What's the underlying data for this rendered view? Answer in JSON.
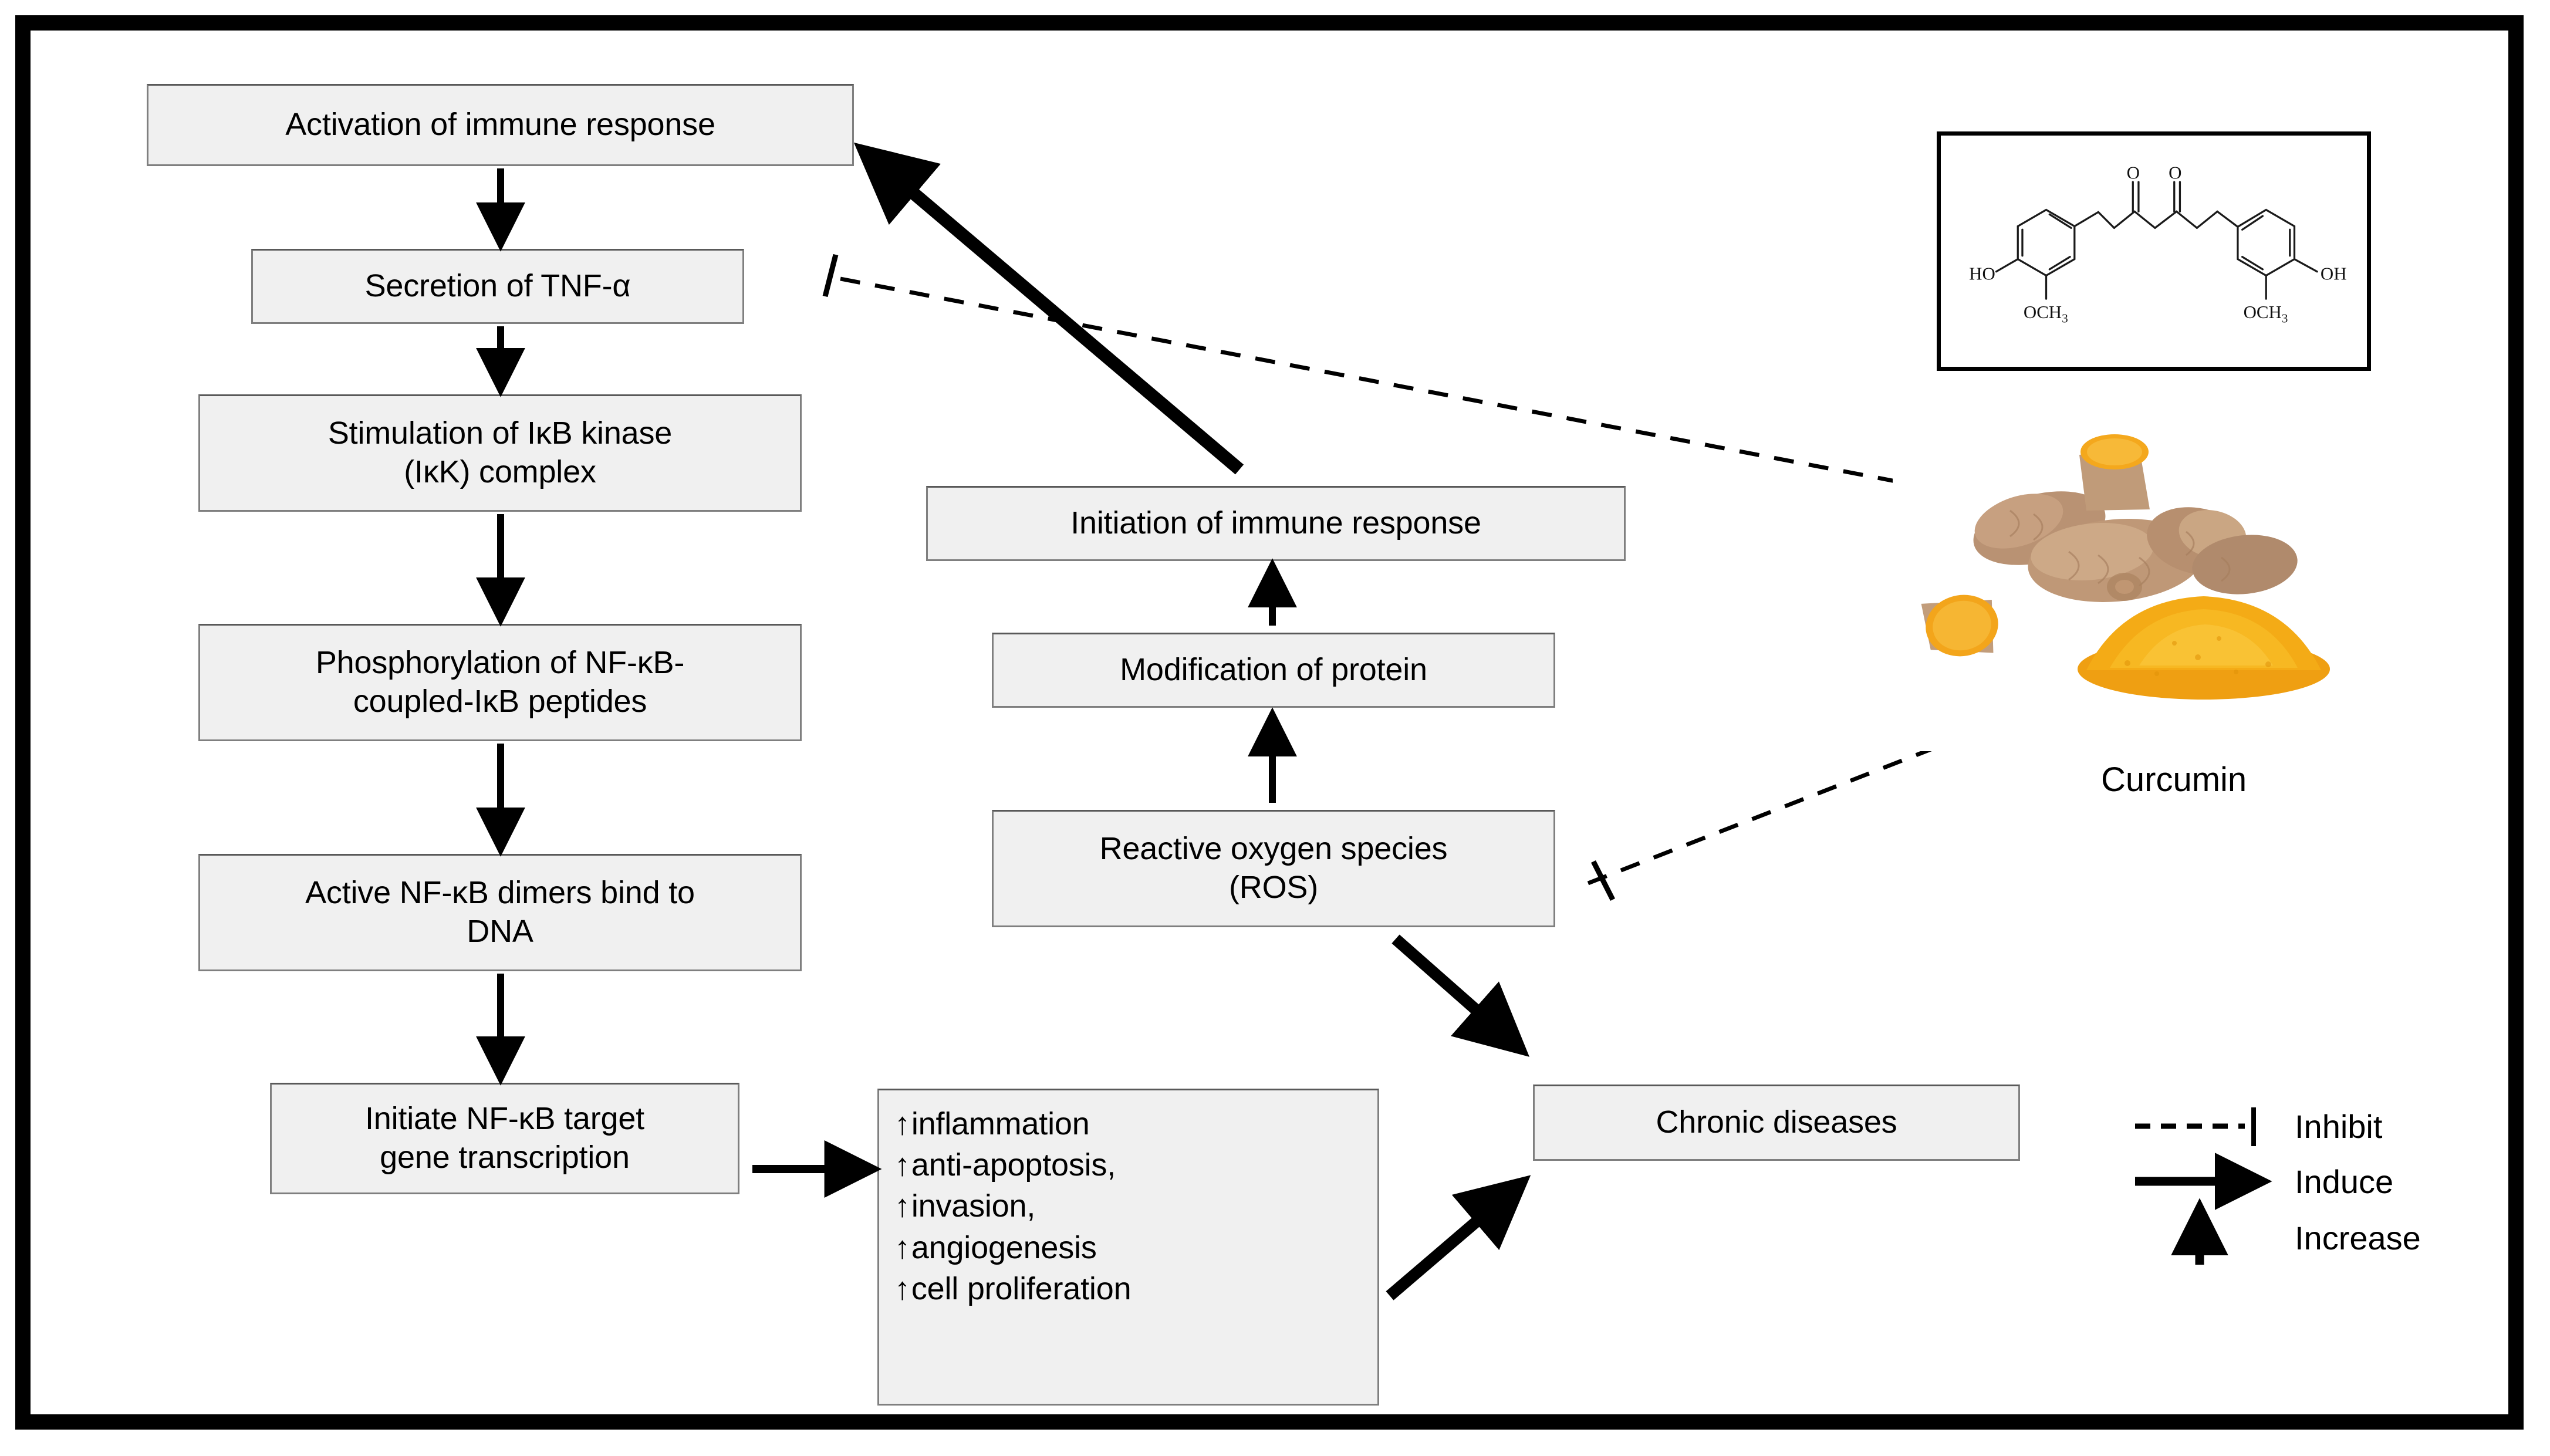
{
  "figure": {
    "subject": "Curcumin modulation of NF-kB signalling and ROS pathway",
    "frame_color": "#000000",
    "node_fill": "#f0f0f0",
    "node_border": "#7f7f7f"
  },
  "nodes": {
    "activation_immune_response": "Activation of immune response",
    "secretion_tnf": "Secretion of TNF-α",
    "ikb_kinase": "Stimulation of IκB kinase\n(IκK) complex",
    "phosphorylation": "Phosphorylation of NF-κB-\ncoupled-IκB peptides",
    "dimers_bind_dna": "Active NF-κB dimers bind to\nDNA",
    "initiate_transcription": "Initiate NF-κB target\ngene transcription",
    "initiation_immune_response": "Initiation of immune response",
    "modification_protein": "Modification of protein",
    "reactive_oxygen_species": "Reactive oxygen species\n(ROS)",
    "chronic_diseases": "Chronic diseases"
  },
  "outcomes_list": {
    "arrow_glyph": "↑",
    "items": [
      "inflammation",
      "anti-apoptosis,",
      "invasion,",
      "angiogenesis",
      "cell proliferation"
    ]
  },
  "compound": {
    "name": "Curcumin",
    "structure_labels": {
      "hydroxyl_left": "HO",
      "hydroxyl_right": "OH",
      "methoxy_left": "OCH",
      "methoxy_left_sub": "3",
      "methoxy_right": "OCH",
      "methoxy_right_sub": "3",
      "ketone_left": "O",
      "ketone_right": "O"
    }
  },
  "legend": {
    "items": [
      {
        "symbol": "dashed-bar",
        "label": "Inhibit"
      },
      {
        "symbol": "solid-arrow",
        "label": "Induce"
      },
      {
        "symbol": "up-arrow",
        "label": "Increase"
      }
    ]
  },
  "edges": [
    {
      "from": "activation_immune_response",
      "to": "secretion_tnf",
      "type": "induce"
    },
    {
      "from": "secretion_tnf",
      "to": "ikb_kinase",
      "type": "induce"
    },
    {
      "from": "ikb_kinase",
      "to": "phosphorylation",
      "type": "induce"
    },
    {
      "from": "phosphorylation",
      "to": "dimers_bind_dna",
      "type": "induce"
    },
    {
      "from": "dimers_bind_dna",
      "to": "initiate_transcription",
      "type": "induce"
    },
    {
      "from": "initiate_transcription",
      "to": "outcomes_list",
      "type": "induce"
    },
    {
      "from": "outcomes_list",
      "to": "chronic_diseases",
      "type": "induce"
    },
    {
      "from": "reactive_oxygen_species",
      "to": "chronic_diseases",
      "type": "induce"
    },
    {
      "from": "reactive_oxygen_species",
      "to": "modification_protein",
      "type": "induce"
    },
    {
      "from": "modification_protein",
      "to": "initiation_immune_response",
      "type": "induce"
    },
    {
      "from": "initiation_immune_response",
      "to": "activation_immune_response",
      "type": "induce"
    },
    {
      "from": "compound",
      "to": "tnf_pathway",
      "type": "inhibit"
    },
    {
      "from": "compound",
      "to": "reactive_oxygen_species",
      "type": "inhibit"
    }
  ]
}
